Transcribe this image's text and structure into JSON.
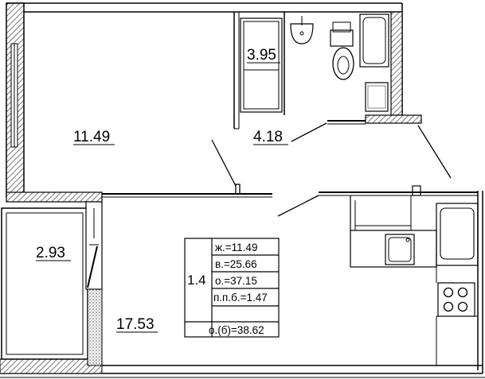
{
  "rooms": {
    "living_room": "11.49",
    "shower_area": "3.95",
    "bathroom": "4.18",
    "balcony": "2.93",
    "kitchen_living": "17.53"
  },
  "info_table": {
    "apartment": "1.4",
    "rows": [
      "ж.=11.49",
      "в.=25.66",
      "о.=37.15",
      "п.п.б.=1.47",
      "о.(б)=38.62"
    ]
  },
  "colors": {
    "line": "#000000",
    "wall_hatch": "#555555",
    "background": "#ffffff"
  }
}
